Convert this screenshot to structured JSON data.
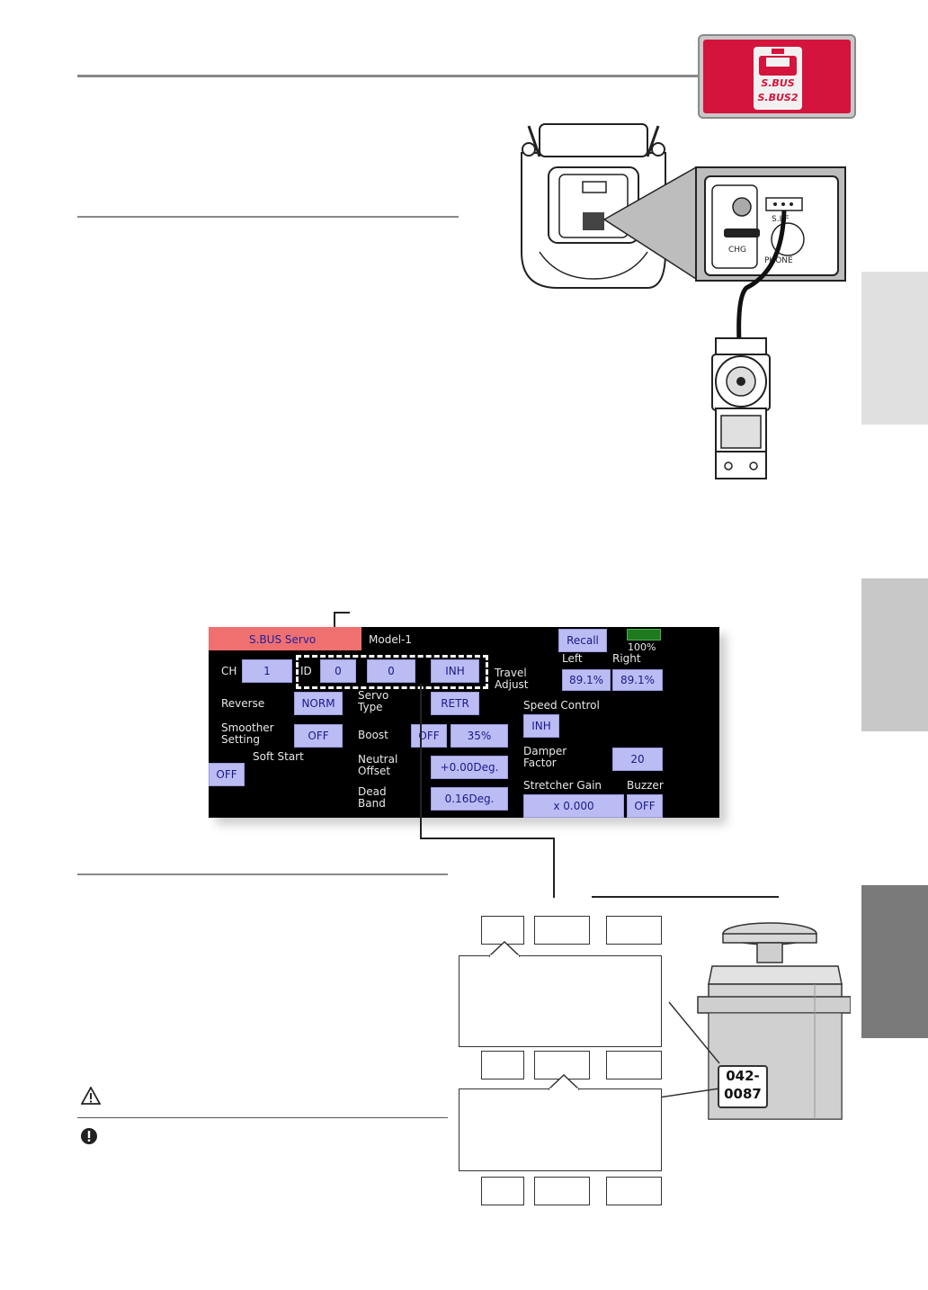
{
  "logo": {
    "line1": "S.BUS",
    "line2": "S.BUS2"
  },
  "transmitter": {
    "port_label": "S.I/F",
    "charge_label": "CHG",
    "phone_label": "PHONE"
  },
  "screen": {
    "title": "S.BUS Servo",
    "model": "Model-1",
    "recall": "Recall",
    "battery": "100%",
    "ch_label": "CH",
    "ch_value": "1",
    "id_label": "ID",
    "id_values": [
      "0",
      "0",
      "INH"
    ],
    "travel_adjust_label": "Travel\nAdjust",
    "left_label": "Left",
    "right_label": "Right",
    "left_value": "89.1%",
    "right_value": "89.1%",
    "reverse_label": "Reverse",
    "reverse_value": "NORM",
    "servo_type_label": "Servo\nType",
    "servo_type_value": "RETR",
    "speed_control_label": "Speed Control",
    "speed_control_value": "INH",
    "smoother_label": "Smoother\nSetting",
    "smoother_value": "OFF",
    "boost_label": "Boost",
    "boost_toggle": "OFF",
    "boost_value": "35%",
    "soft_start_label": "Soft Start",
    "soft_start_value": "OFF",
    "neutral_offset_label": "Neutral\nOffset",
    "neutral_offset_value": "+0.00Deg.",
    "damper_label": "Damper\nFactor",
    "damper_value": "20",
    "dead_band_label": "Dead\nBand",
    "dead_band_value": "0.16Deg.",
    "stretcher_label": "Stretcher Gain",
    "stretcher_value": "x 0.000",
    "buzzer_label": "Buzzer",
    "buzzer_value": "OFF"
  },
  "servo_sticker": {
    "line1": "042-",
    "line2": "0087"
  },
  "colors": {
    "accent_red": "#d4143c",
    "screen_title_bg": "#f07070",
    "button_bg": "#bcbcf4",
    "side_tab_light": "#e0e0e0",
    "side_tab_mid": "#c8c8c8",
    "side_tab_dark": "#7a7a7a"
  },
  "icons": [
    "warning-icon",
    "important-icon",
    "battery-icon"
  ]
}
